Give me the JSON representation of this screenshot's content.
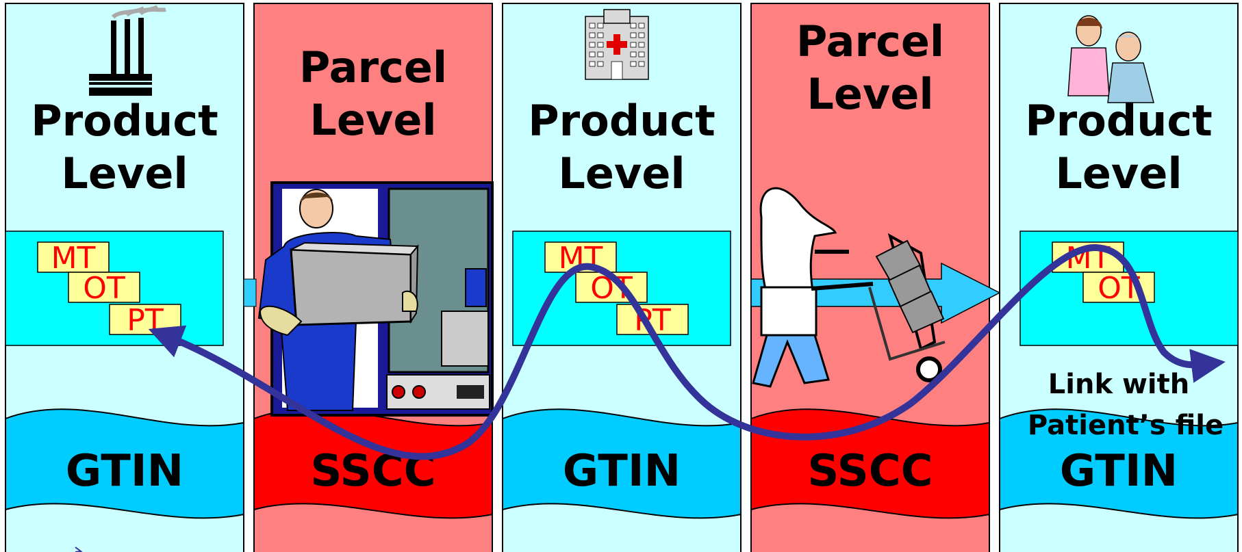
{
  "columns": [
    {
      "title_line1": "Product",
      "title_line2": "Level",
      "code": "GTIN",
      "tags": [
        "MT",
        "OT",
        "PT"
      ]
    },
    {
      "title_line1": "Parcel",
      "title_line2": "Level",
      "code": "SSCC"
    },
    {
      "title_line1": "Product",
      "title_line2": "Level",
      "code": "GTIN",
      "tags": [
        "MT",
        "OT",
        "PT"
      ]
    },
    {
      "title_line1": "Parcel",
      "title_line2": "Level",
      "code": "SSCC"
    },
    {
      "title_line1": "Product",
      "title_line2": "Level",
      "code": "GTIN",
      "tags": [
        "MT",
        "OT"
      ],
      "link_line1": "Link with",
      "link_line2": "Patient’s file"
    }
  ],
  "colors": {
    "product_bg": "#ccffff",
    "parcel_bg": "#ff8080",
    "product_band": "#00ccff",
    "parcel_band": "#ff0000",
    "tag_box": "#00ffff",
    "tag_note": "#ffff99",
    "tag_text": "#ff0000",
    "flow_line": "#333399"
  },
  "icons": [
    "factory-icon",
    "delivery-worker-icon",
    "hospital-icon",
    "hand-truck-courier-icon",
    "nurse-patient-icon"
  ]
}
